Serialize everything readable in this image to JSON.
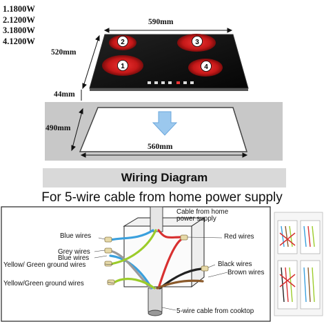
{
  "power_list": [
    "1.1800W",
    "2.1200W",
    "3.1800W",
    "4.1200W"
  ],
  "cooktop": {
    "burners": [
      "1",
      "2",
      "3",
      "4"
    ]
  },
  "dimensions": {
    "width": "590mm",
    "depth": "520mm",
    "height": "44mm",
    "cutout_depth": "490mm",
    "cutout_width": "560mm"
  },
  "wiring": {
    "title": "Wiring Diagram",
    "subtitle": "For 5-wire cable from home power supply",
    "labels": {
      "blue_wires_top": "Blue wires",
      "grey_wires": "Grey  wires",
      "blue_wires": "Blue wires",
      "yellow_green_1": "Yellow/ Green ground wires",
      "yellow_green_2": "Yellow/Green  ground wires",
      "supply_cable": "Cable from home power supply",
      "red_wires": "Red wires",
      "black_wires": "Black wires",
      "brown_wires": "Brown wires",
      "cooktop_cable": "5-wire cable from cooktop"
    }
  },
  "colors": {
    "glass": "#0d0d0d",
    "burner": "#d42020",
    "counter": "#c8c8c8",
    "banner": "#d9d9d9",
    "blue_wire": "#3aa0dd",
    "grey_wire": "#9a9a9a",
    "yellow_green": "#9ccc2a",
    "red_wire": "#d83030",
    "black_wire": "#222222",
    "brown_wire": "#8b5a2b"
  }
}
